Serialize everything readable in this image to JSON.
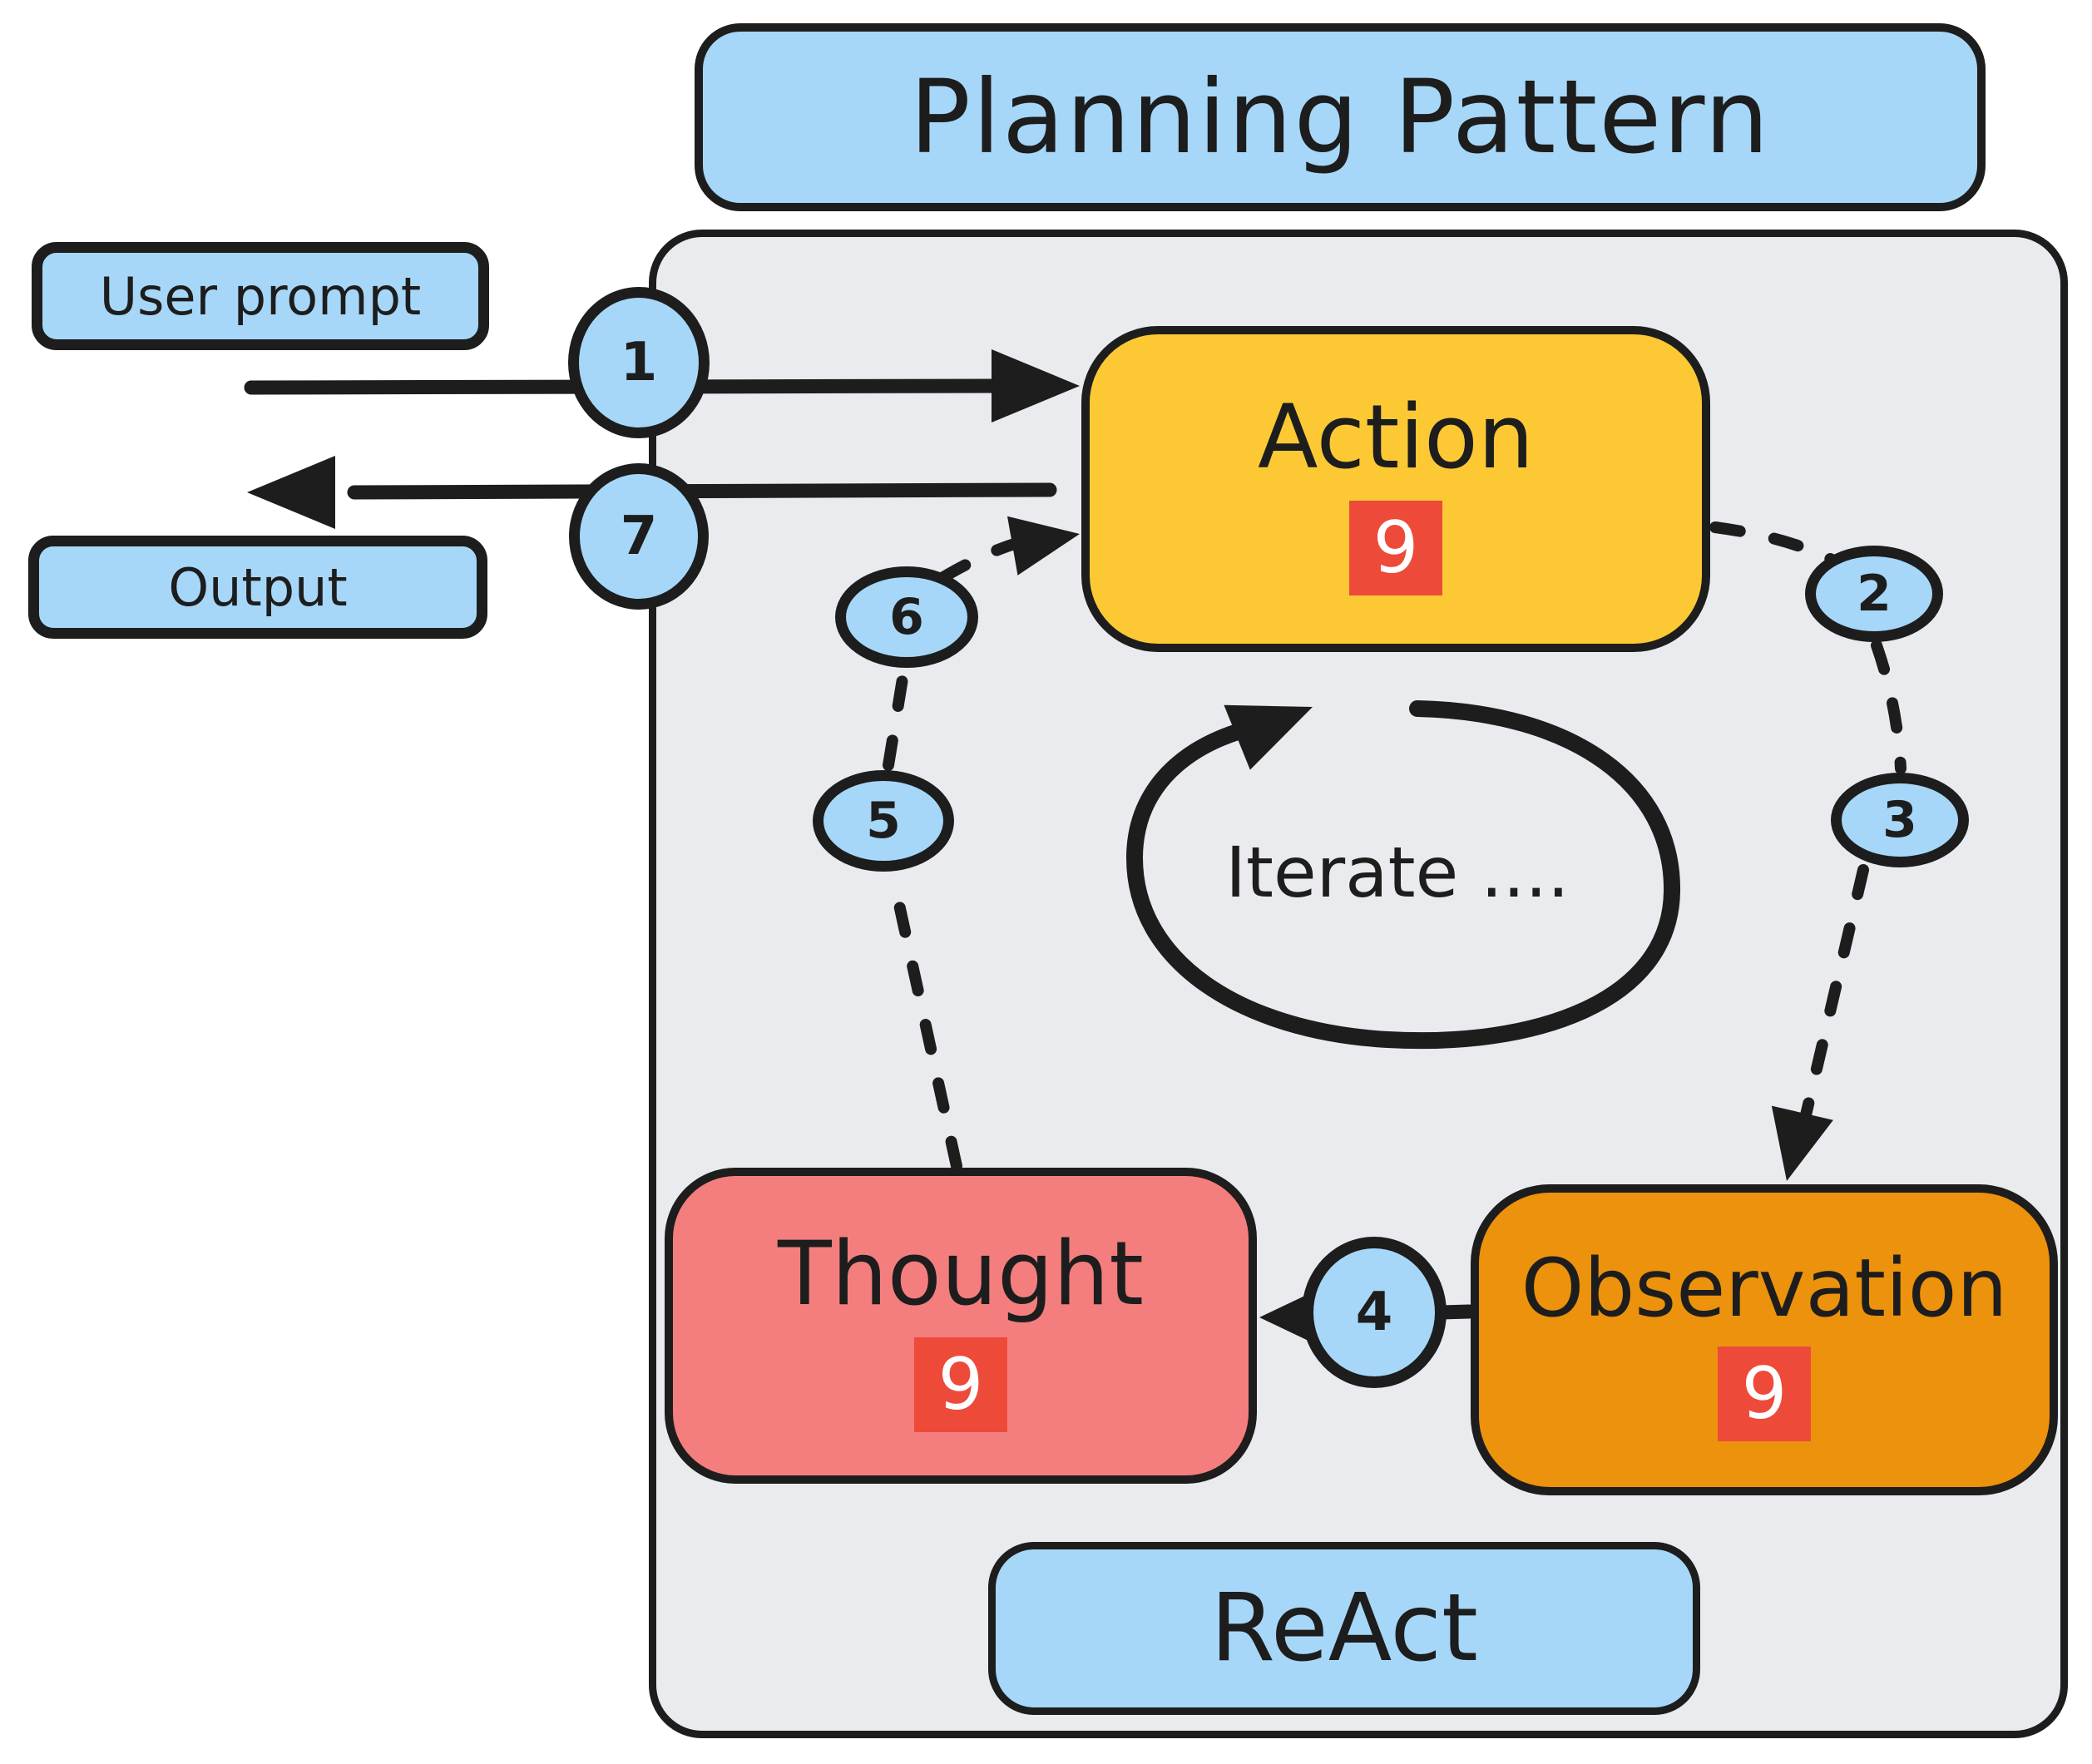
{
  "title_banner": {
    "label": "Planning Pattern"
  },
  "io": {
    "user_prompt": "User prompt",
    "output": "Output"
  },
  "nodes": {
    "action": {
      "label": "Action",
      "badge": "9"
    },
    "observation": {
      "label": "Observation",
      "badge": "9"
    },
    "thought": {
      "label": "Thought",
      "badge": "9"
    }
  },
  "loop": {
    "label": "Iterate ...."
  },
  "footer_banner": {
    "label": "ReAct"
  },
  "steps": [
    "1",
    "2",
    "3",
    "4",
    "5",
    "6",
    "7"
  ],
  "colors": {
    "light_blue": "#a6d7f8",
    "panel_gray": "#e9ebee",
    "action_yellow": "#fcc935",
    "observation_orange": "#ec920c",
    "thought_salmon": "#f47e7e",
    "badge_red": "#ee4a3a",
    "stroke_black": "#1d1d1d",
    "background": "#ffffff"
  }
}
